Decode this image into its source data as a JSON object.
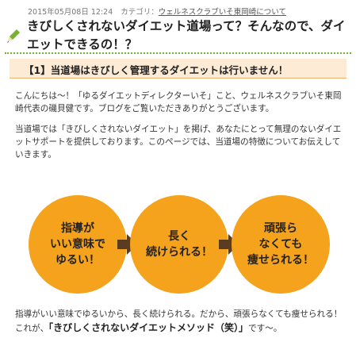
{
  "meta": {
    "date": "2015年05月08日 12:24",
    "category_label": "カテゴリ：",
    "category_link": "ウェルネスクラブいそ東岡崎について"
  },
  "post": {
    "title": "きびしくされないダイエット道場って？そんなので、ダイエットできるの！？"
  },
  "section": {
    "heading": "【1】当道場はきびしく管理するダイエットは行いません！"
  },
  "paragraphs": {
    "p1": "こんにちは～！「ゆるダイエットディレクターいそ」こと、ウェルネスクラブいそ東岡崎代表の磯貝健です。ブログをご覧いただきありがとうございます。",
    "p2": "当道場では「きびしくされないダイエット」を掲げ、あなたにとって無理のないダイエットサポートを提供しております。このページでは、当道場の特徴についてお伝えしていきます。",
    "p3": "指導がいい意味でゆるいから、長く続けられる。だから、頑張らなくても痩せられる！",
    "p4_before": "これが、",
    "p4_emph": "「きびしくされないダイエットメソッド（笑）」",
    "p4_after": "です～。"
  },
  "flow": {
    "circles": [
      {
        "line1": "指導が",
        "line2": "いい意味で",
        "line3": "ゆるい！"
      },
      {
        "line1": "長く",
        "line2": "続けられる！",
        "line3": ""
      },
      {
        "line1": "頑張ら",
        "line2": "なくても",
        "line3": "痩せられる！"
      }
    ]
  },
  "icons": {
    "title_icon": "pencil-icon",
    "flow_arrow": "arrow-right-icon"
  },
  "colors": {
    "accent_green": "#78b030",
    "circle_orange": "#f5a21c",
    "arrow_brown": "#5a3d20",
    "section_bg": "#fdebd6"
  }
}
